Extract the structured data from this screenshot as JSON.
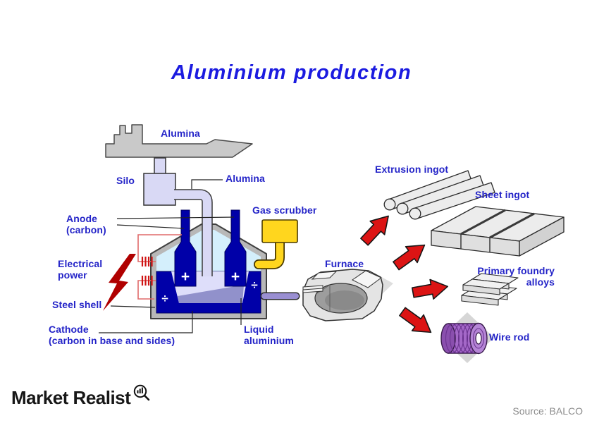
{
  "title": "Aluminium production",
  "diagram": {
    "labels": {
      "alumina_ship": "Alumina",
      "silo": "Silo",
      "alumina_feed": "Alumina",
      "gas_scrubber": "Gas scrubber",
      "anode": "Anode\n(carbon)",
      "electrical_power": "Electrical\npower",
      "steel_shell": "Steel shell",
      "cathode": "Cathode\n(carbon in base and sides)",
      "liquid_aluminium": "Liquid\naluminium",
      "furnace": "Furnace",
      "extrusion_ingot": "Extrusion ingot",
      "sheet_ingot": "Sheet ingot",
      "foundry_alloys": "Primary foundry\nalloys",
      "wire_rod": "Wire rod"
    },
    "cell": {
      "plus_symbol": "+",
      "minus_symbol": "÷"
    }
  },
  "footer": {
    "brand": "Market Realist",
    "source": "Source: BALCO"
  },
  "colors": {
    "title_blue": "#1b1be0",
    "label_blue": "#2424c8",
    "arrow_red": "#dc1414",
    "bolt_red": "#b00000",
    "wire_red": "#e06a6a",
    "navy": "#0000a8",
    "cell_cyan": "#d4effc",
    "electrolyte_lavender": "#dedefa",
    "liquid_purple": "#9191cb",
    "scrubber_yellow": "#ffd61e",
    "silo_lavender": "#d9d9f5",
    "coil_purple": "#a468c8",
    "source_gray": "#8c8c8c"
  }
}
